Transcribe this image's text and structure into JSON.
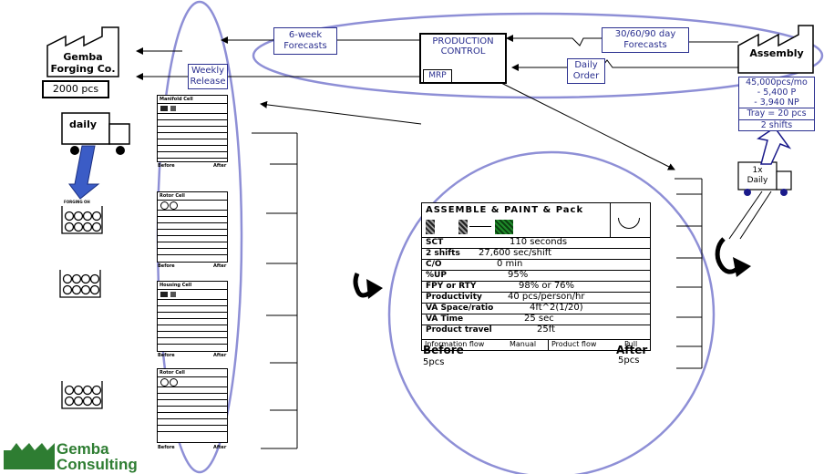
{
  "supplier": {
    "name_line1": "Gemba",
    "name_line2": "Forging Co.",
    "quantity": "2000 pcs",
    "delivery": "daily"
  },
  "forecasts_supplier": "6-week\nForecasts",
  "weekly_release": "Weekly\nRelease",
  "production_control": {
    "title_line1": "PRODUCTION",
    "title_line2": "CONTROL",
    "mrp": "MRP"
  },
  "forecasts_customer": "30/60/90 day\nForecasts",
  "daily_order": "Daily\nOrder",
  "customer": {
    "name": "Assembly",
    "demand_lines": [
      "45,000pcs/mo",
      "- 5,400 P",
      "- 3,940 NP"
    ],
    "tray": "Tray = 20 pcs",
    "shifts": "2 shifts",
    "delivery_line1": "1x",
    "delivery_line2": "Daily"
  },
  "inventory_label": "FORGING OH",
  "cells": [
    {
      "title": "Manifold Cell",
      "before": "Before",
      "after": "After"
    },
    {
      "title": "Rotor Cell",
      "before": "Before",
      "after": "After"
    },
    {
      "title": "Housing Cell",
      "before": "Before",
      "after": "After"
    },
    {
      "title": "Rotor Cell",
      "before": "Before",
      "after": "After"
    }
  ],
  "process_box": {
    "title": "ASSEMBLE & PAINT & Pack",
    "rows": [
      {
        "key": "SCT",
        "value": "110 seconds"
      },
      {
        "key": "2 shifts",
        "value": "27,600 sec/shift"
      },
      {
        "key": "C/O",
        "value": "0 min"
      },
      {
        "key": "%UP",
        "value": "95%"
      },
      {
        "key": "FPY or RTY",
        "value": "98% or 76%"
      },
      {
        "key": "Productivity",
        "value": "40 pcs/person/hr"
      },
      {
        "key": "VA Space/ratio",
        "value": "4ft^2(1/20)"
      },
      {
        "key": "VA Time",
        "value": "25 sec"
      },
      {
        "key": "Product travel",
        "value": "25ft"
      }
    ],
    "info_flow_label": "Information flow",
    "info_flow_value": "Manual",
    "product_flow_label": "Product flow",
    "product_flow_value": "Pull",
    "before": "Before",
    "before_qty": "5pcs",
    "after": "After",
    "after_qty": "5pcs"
  },
  "logo": {
    "line1": "Gemba",
    "line2": "Consulting",
    "green": "#2e7d32"
  },
  "colors": {
    "oval": "#8e8fd6",
    "blue_text": "#2a2f8f"
  }
}
